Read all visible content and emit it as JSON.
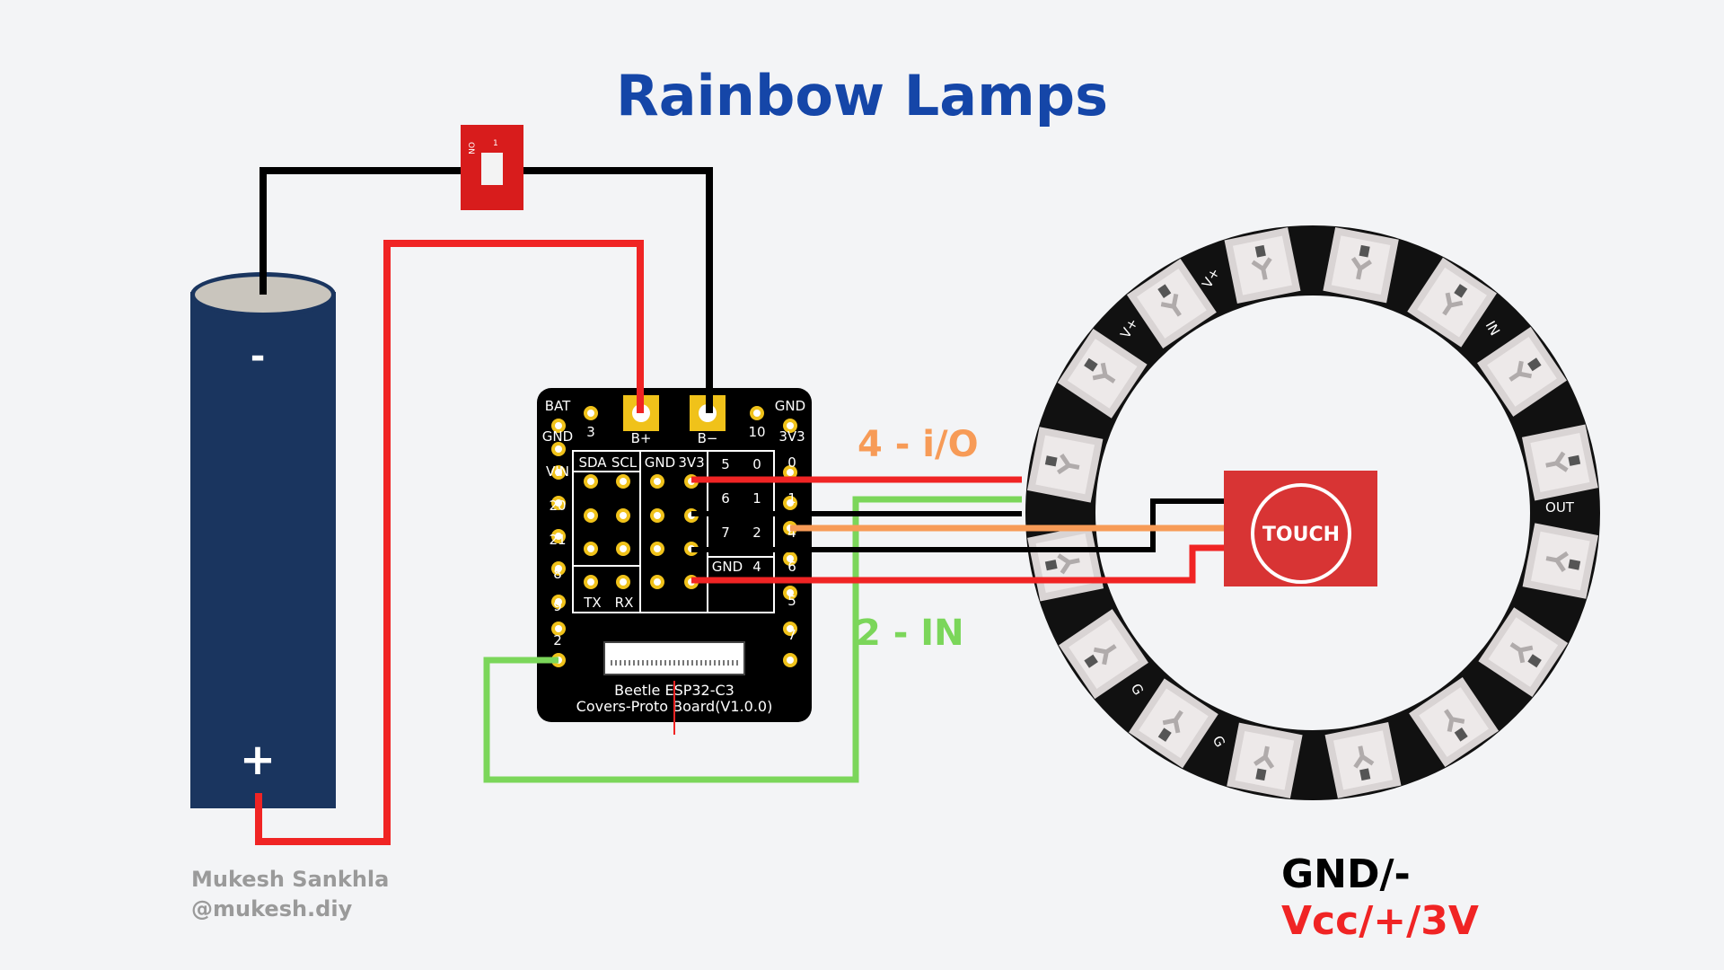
{
  "title": "Rainbow Lamps",
  "author": {
    "name": "Mukesh Sankhla",
    "handle": "@mukesh.diy"
  },
  "legend": {
    "gnd": "GND/-",
    "vcc": "Vcc/+/3V"
  },
  "wire_labels": {
    "io": "4 - i/O",
    "in": "2 - IN"
  },
  "battery": {
    "minus": "-",
    "plus": "+"
  },
  "switch": {
    "on": "ON",
    "num": "1"
  },
  "board": {
    "name_line1": "Beetle ESP32-C3",
    "name_line2": "Covers-Proto Board(V1.0.0)",
    "top_labels": [
      "BAT",
      "3",
      "B+",
      "B−",
      "10",
      "GND"
    ],
    "left_labels": [
      "GND",
      "VIN",
      "20",
      "21",
      "8",
      "9",
      "2"
    ],
    "right_labels": [
      "3V3",
      "0",
      "1",
      "4",
      "6",
      "5",
      "7"
    ],
    "inner_labels": [
      "SDA",
      "SCL",
      "GND",
      "3V3",
      "5",
      "0",
      "6",
      "1",
      "7",
      "2",
      "GND",
      "4",
      "TX",
      "RX"
    ]
  },
  "ring": {
    "labels": [
      "V+",
      "V+",
      "IN",
      "OUT",
      "G",
      "G"
    ]
  },
  "touch": {
    "label": "TOUCH"
  },
  "colors": {
    "title": "#1546a8",
    "battery": "#1a355f",
    "wire_red": "#f02424",
    "wire_black": "#000000",
    "wire_green": "#7bd65a",
    "wire_orange": "#f79b57",
    "touch": "#d83434",
    "switch": "#d81c1c"
  }
}
